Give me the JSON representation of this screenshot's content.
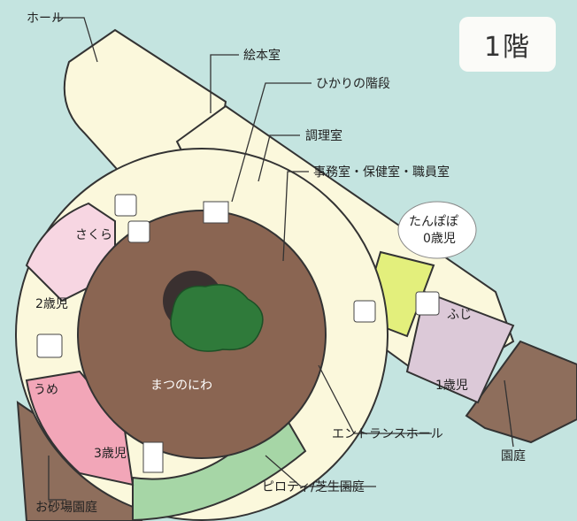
{
  "floor_label": "1階",
  "rooms": {
    "hall": "ホール",
    "picture_book_room": "絵本室",
    "hikari_stairs": "ひかりの階段",
    "kitchen": "調理室",
    "offices": "事務室・保健室・職員室",
    "tanpopo": "たんぽぽ",
    "tanpopo_age": "0歳児",
    "sakura": "さくら",
    "sakura_age": "2歳児",
    "fuji": "ふじ",
    "fuji_age": "1歳児",
    "ume": "うめ",
    "ume_age": "3歳児",
    "matsu_garden": "まつのにわ",
    "entrance_hall": "エントランスホール",
    "courtyard": "園庭",
    "piloti": "ピロティ/芝生園庭",
    "sandbox": "お砂場園庭"
  },
  "colors": {
    "background": "#c4e4e0",
    "building": "#fbf8dc",
    "sakura": "#f7d6e2",
    "ume": "#f2a6b8",
    "tanpopo": "#e3ef7c",
    "fuji": "#dcc9d8",
    "garden": "#8a6552",
    "lawn": "#a6d6a6",
    "courtyard": "#8e6e5c"
  }
}
